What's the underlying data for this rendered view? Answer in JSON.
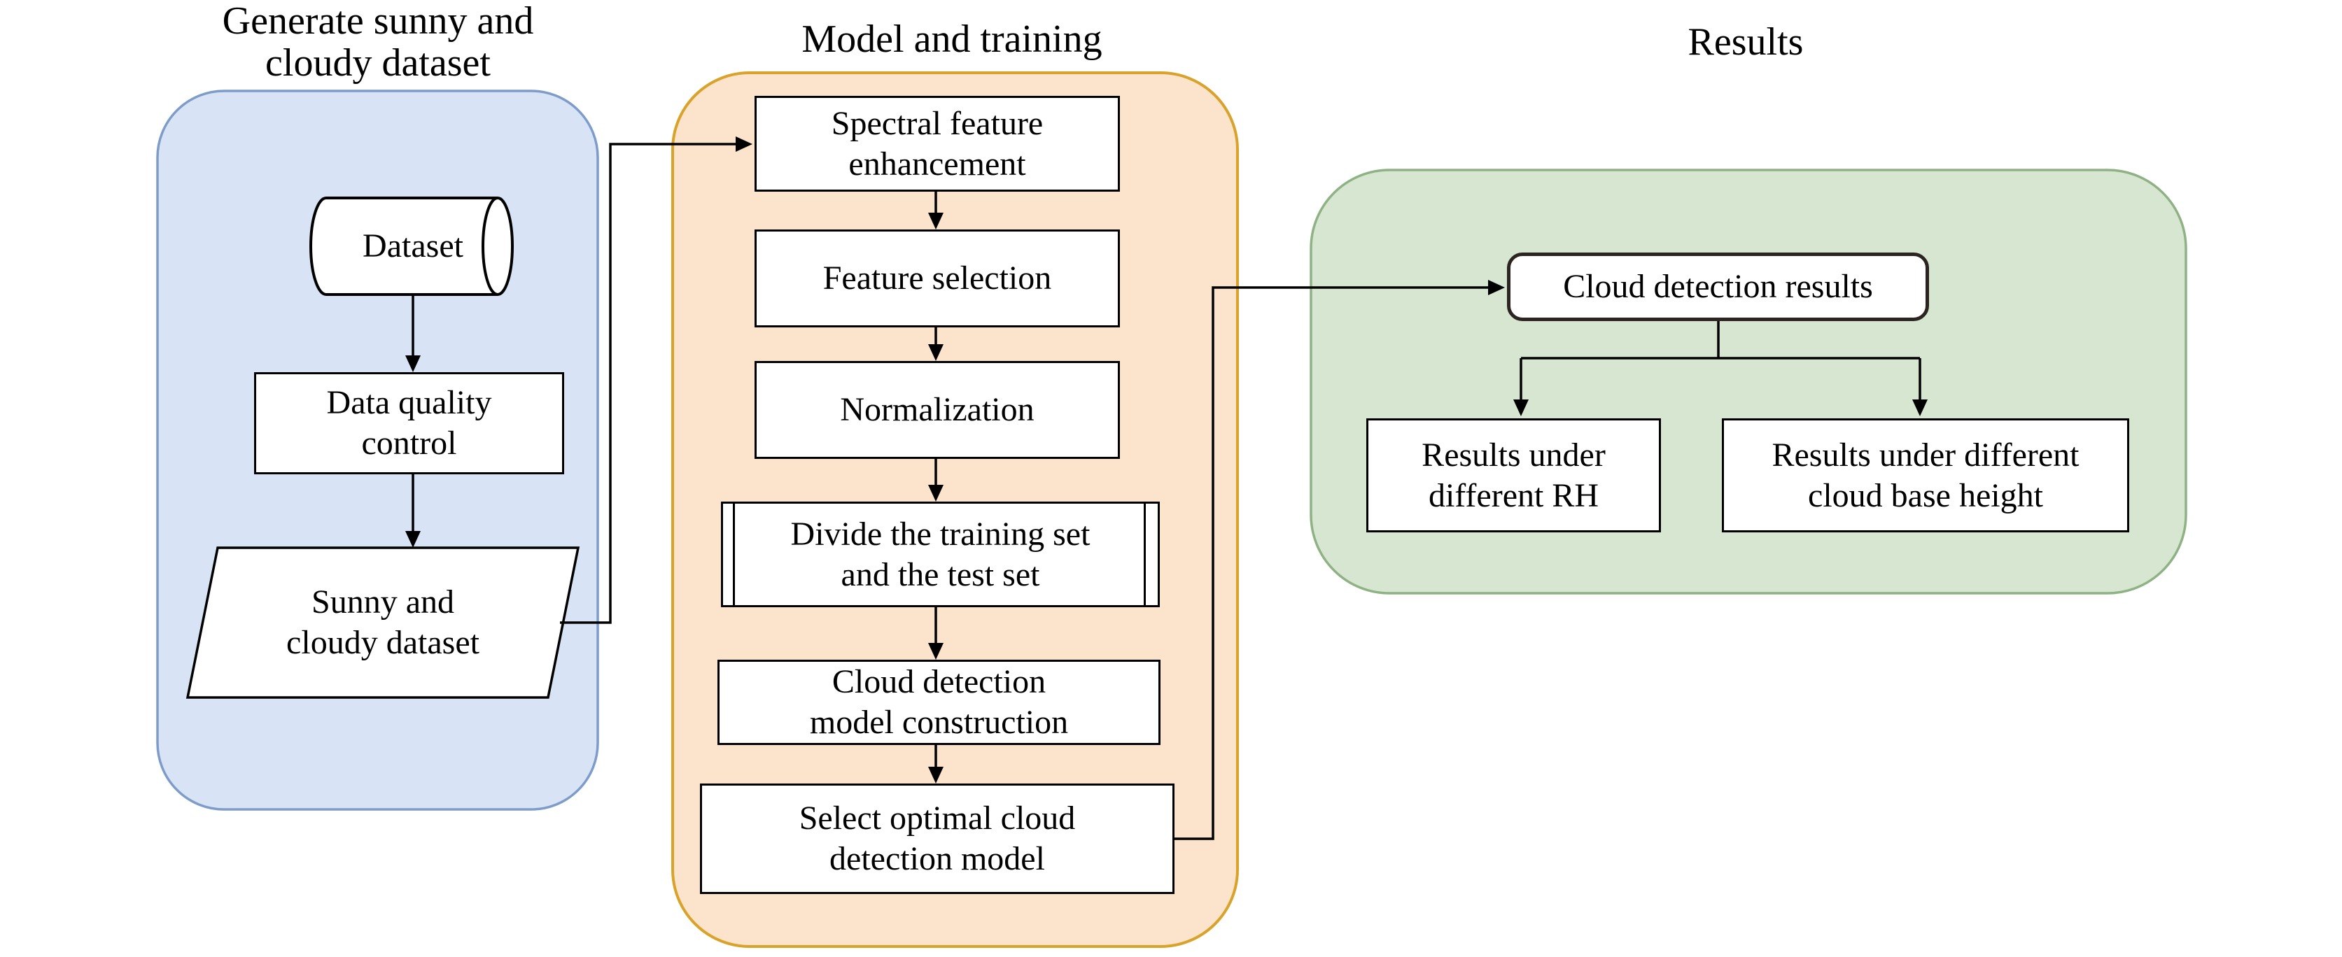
{
  "titles": {
    "generate": "Generate sunny and\ncloudy dataset",
    "model": "Model and training",
    "results": "Results"
  },
  "dataset_section": {
    "dataset": "Dataset",
    "data_quality": "Data quality\ncontrol",
    "sunny_cloudy": "Sunny and\ncloudy dataset"
  },
  "model_section": {
    "spectral": "Spectral feature\nenhancement",
    "feature_selection": "Feature selection",
    "normalization": "Normalization",
    "divide": "Divide the training set\nand the test set",
    "construction": "Cloud detection\nmodel construction",
    "select": "Select optimal cloud\ndetection model"
  },
  "results_section": {
    "cloud_results": "Cloud detection results",
    "rh": "Results under\ndifferent RH",
    "cbh": "Results under different\ncloud base height"
  },
  "colors": {
    "blue_fill": "#D8E4F5",
    "blue_stroke": "#7E9CC9",
    "orange_fill": "#FBE4CB",
    "orange_stroke": "#D9A32B",
    "green_fill": "#D6E6D1",
    "green_stroke": "#8FB285",
    "node_fill": "#FFFFFF",
    "line": "#000000",
    "results_border": "#2B2420"
  }
}
